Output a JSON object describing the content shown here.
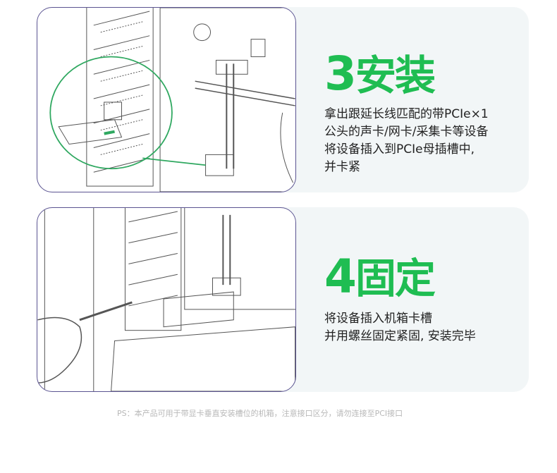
{
  "steps": [
    {
      "number": "3",
      "title": "安装",
      "lines": [
        "拿出跟延长线匹配的带PCIe×1",
        "公头的声卡/网卡/采集卡等设备",
        "将设备插入到PCIe母插槽中,",
        "并卡紧"
      ]
    },
    {
      "number": "4",
      "title": "固定",
      "lines": [
        "将设备插入机箱卡槽",
        "并用螺丝固定紧固, 安装完毕"
      ]
    }
  ],
  "footnote": "PS：本产品可用于带显卡垂直安装槽位的机箱，注意接口区分，请勿连接至PCI接口",
  "colors": {
    "accent": "#1fbd52",
    "card_bg": "#f2f6f7",
    "image_border": "#5b5491"
  }
}
